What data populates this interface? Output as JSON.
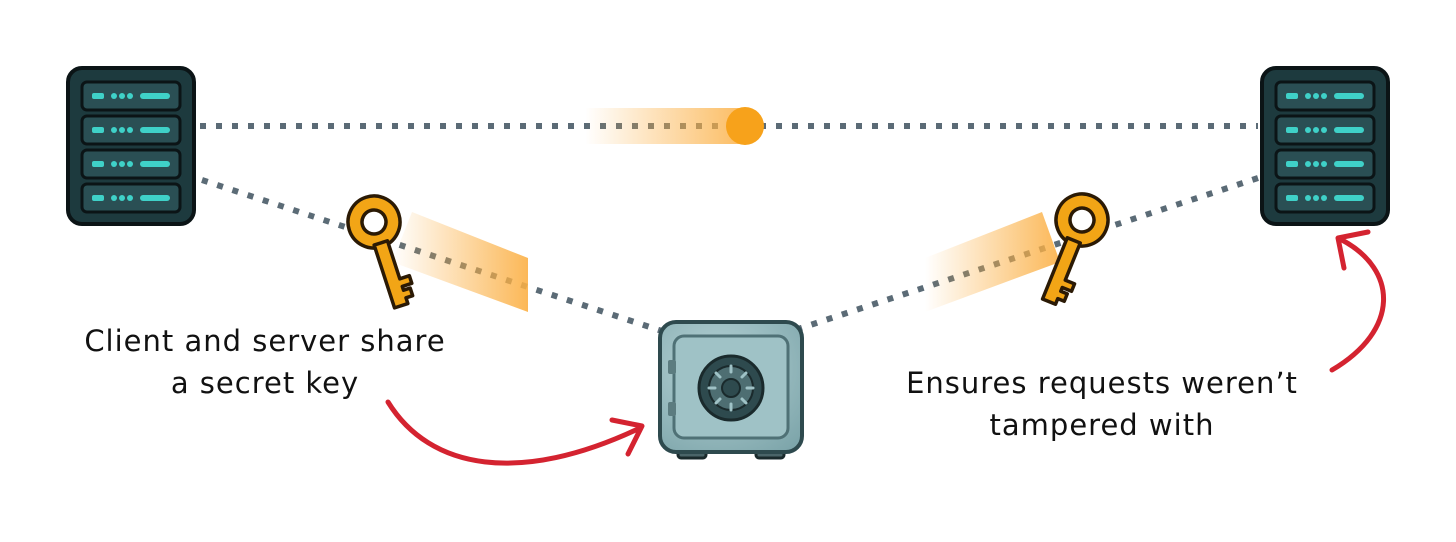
{
  "captions": {
    "left": {
      "line1": "Client and server share",
      "line2": "a secret key"
    },
    "right": {
      "line1": "Ensures requests weren’t",
      "line2": "tampered with"
    }
  },
  "icons": {
    "server_left": "server-icon",
    "server_right": "server-icon",
    "vault": "vault-safe-icon",
    "key_left": "key-icon",
    "key_right": "key-icon",
    "message": "message-orb-icon"
  },
  "colors": {
    "server_body": "#1d3a3e",
    "server_accent": "#3fd1c8",
    "dotted_line": "#5b6b76",
    "key": "#f2a516",
    "motion_trail": "#fbb045",
    "vault": "#8fb6bb",
    "arrow": "#d42330",
    "text": "#111111"
  }
}
